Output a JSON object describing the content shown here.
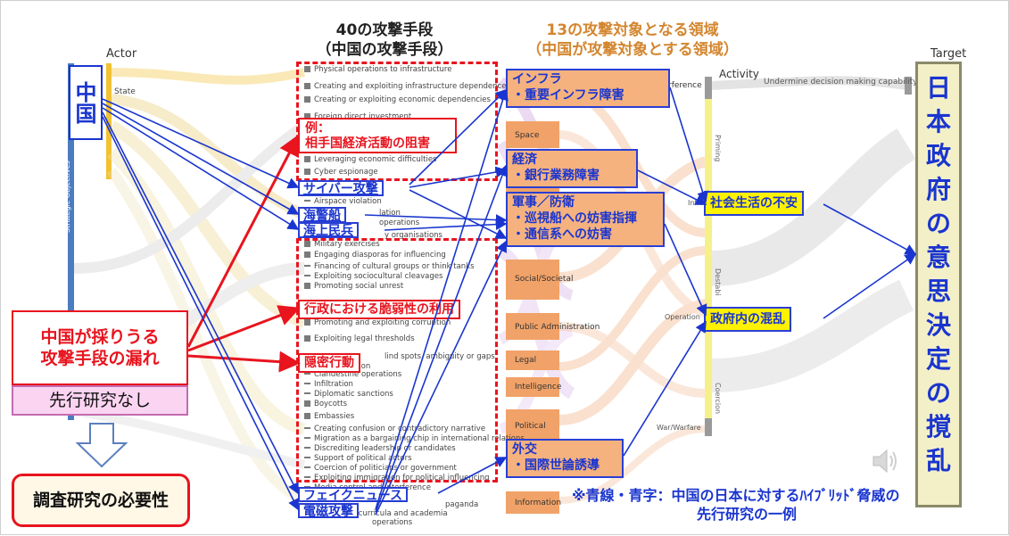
{
  "headers": {
    "actor": "Actor",
    "target": "Target",
    "activity": "Activity",
    "means_title": "40の攻撃手段",
    "means_subtitle": "（中国の攻撃手段）",
    "domains_title": "13の攻撃対象となる領域",
    "domains_subtitle": "（中国が攻撃対象とする領域）"
  },
  "actor": {
    "china_label": "中国",
    "state_label": "State",
    "strategic_objectives_label": "Strategic Objectives"
  },
  "attack_means": {
    "group1": [
      "Physical operations to infrastructure",
      "Creating and exploiting infrastructure dependence",
      "Creating or exploiting economic dependencies",
      "Foreign direct investment"
    ],
    "group1b": [
      "Leveraging economic difficulties",
      "Cyber espionage"
    ],
    "group2": [
      "Airspace violation",
      "lation",
      "operations",
      "y organisations",
      "Military exercises"
    ],
    "group3": [
      "Engaging diasporas for influencing",
      "Financing of cultural groups or think tanks",
      "Exploiting sociocultural cleavages",
      "Promoting social unrest"
    ],
    "group4": [
      "Promoting and exploiting corruption",
      "Exploiting legal thresholds",
      "lind spots, ambiguity or gaps",
      "eration",
      "Clandestine operations",
      "Infiltration",
      "Diplomatic sanctions",
      "Boycotts",
      "Embassies",
      "Creating confusion or contradictory narrative",
      "Migration as a bargaining chip in international relations",
      "Discrediting leadership or candidates",
      "Support of political actors",
      "Coercion of politicians or government",
      "Exploiting immigration for political influencing",
      "Media control and interference"
    ],
    "group5": [
      "paganda",
      "Influencing curricula and academia",
      "operations"
    ]
  },
  "domains": {
    "labels": [
      "rference",
      "Space",
      "Social/Societal",
      "Public Administration",
      "Legal",
      "Intelligence",
      "Political",
      "Information"
    ]
  },
  "activity": {
    "undermine": "Undermine decision making capability",
    "priming": "Priming",
    "influence": "Influence",
    "destabilisation": "Destabi",
    "operation": "Operation",
    "coercion": "Coercion",
    "war": "War/Warfare"
  },
  "annotations": {
    "example_title": "例：",
    "example_text": "相手国経済活動の阻害",
    "cyber": "サイバー攻撃",
    "coast_guard": "海警船",
    "maritime_militia": "海上民兵",
    "administrative": "行政における脆弱性の利用",
    "covert": "隠密行動",
    "fake_news": "フェイクニュース",
    "em_attack": "電磁攻撃",
    "infra_title": "インフラ",
    "infra_sub": "・重要インフラ障害",
    "econ_title": "経済",
    "econ_sub": "・銀行業務障害",
    "mil_title": "軍事／防衛",
    "mil_sub1": "・巡視船への妨害指揮",
    "mil_sub2": "・通信系への妨害",
    "dipl_title": "外交",
    "dipl_sub": "・国際世論誘導",
    "social_anxiety": "社会生活の不安",
    "gov_confusion": "政府内の混乱",
    "gap_line1": "中国が採りうる",
    "gap_line2": "攻撃手段の漏れ",
    "no_prior": "先行研究なし",
    "necessity": "調査研究の必要性",
    "note_line1": "※青線・青字：中国の日本に対するﾊｲﾌﾞﾘｯﾄﾞ脅威の",
    "note_line2": "先行研究の一例"
  },
  "target_text": [
    "日",
    "本",
    "政",
    "府",
    "の",
    "意",
    "思",
    "決",
    "定",
    "の",
    "撹",
    "乱"
  ],
  "icons": {
    "speaker": "speaker-icon",
    "down_arrow": "down-arrow-icon"
  },
  "colors": {
    "accent_blue": "#1a35cf",
    "red": "#e8141e",
    "orange": "#f1a268",
    "yellow": "#fff200",
    "target_bg": "#f3f0c8"
  }
}
